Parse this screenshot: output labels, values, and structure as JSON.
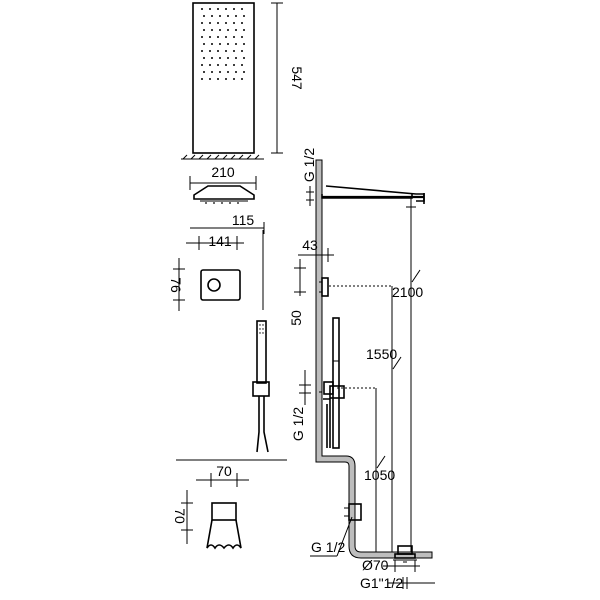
{
  "dimensions": {
    "panel_height": "547",
    "panel_width": "210",
    "head_width": "115",
    "valve_width": "141",
    "valve_height": "76",
    "g_half_top": "G 1/2",
    "g_half_mid": "G 1/2",
    "g_half_bottom": "G 1/2",
    "arm_projection": "43",
    "spacing_50": "50",
    "height_2100": "2100",
    "height_1550": "1550",
    "height_1050": "1050",
    "diameter_70": "Ø70",
    "g_one_half": "G1\"1/2",
    "spout_width": "70",
    "spout_height": "70"
  }
}
